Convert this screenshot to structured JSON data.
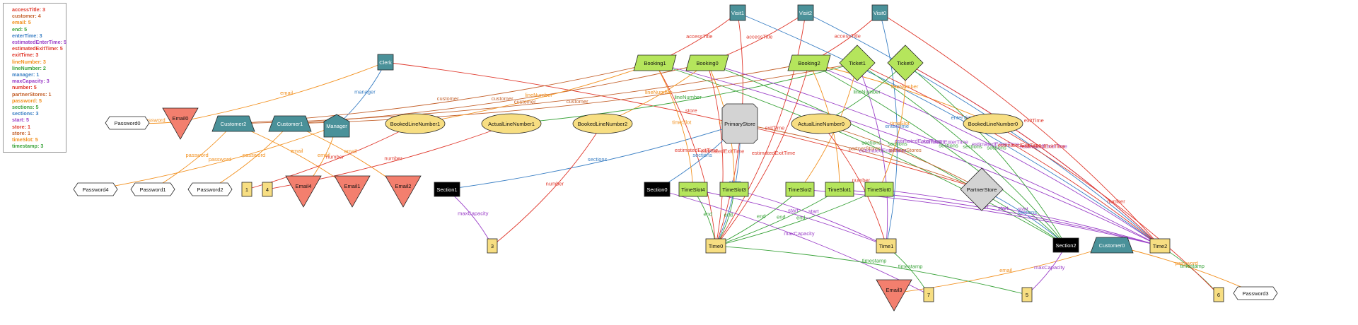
{
  "legend": [
    {
      "text": "accessTitle: 3",
      "color": "#e03a2e"
    },
    {
      "text": "customer: 4",
      "color": "#c4622d"
    },
    {
      "text": "email: 5",
      "color": "#f2901e"
    },
    {
      "text": "end: 5",
      "color": "#3aa33a"
    },
    {
      "text": "enterTime: 3",
      "color": "#3a7fc4"
    },
    {
      "text": "estimatedEnterTime: 5",
      "color": "#9b40c8"
    },
    {
      "text": "estimatedExitTime: 5",
      "color": "#e03a2e"
    },
    {
      "text": "exitTime: 3",
      "color": "#e03a2e"
    },
    {
      "text": "lineNumber: 3",
      "color": "#f2901e"
    },
    {
      "text": "lineNumber: 2",
      "color": "#3aa33a"
    },
    {
      "text": "manager: 1",
      "color": "#3a7fc4"
    },
    {
      "text": "maxCapacity: 3",
      "color": "#9b40c8"
    },
    {
      "text": "number: 5",
      "color": "#e03a2e"
    },
    {
      "text": "partnerStores: 1",
      "color": "#c4622d"
    },
    {
      "text": "password: 5",
      "color": "#f2901e"
    },
    {
      "text": "sections: 5",
      "color": "#3aa33a"
    },
    {
      "text": "sections: 3",
      "color": "#3a7fc4"
    },
    {
      "text": "start: 5",
      "color": "#9b40c8"
    },
    {
      "text": "store: 1",
      "color": "#e03a2e"
    },
    {
      "text": "store: 1",
      "color": "#c4622d"
    },
    {
      "text": "timeSlot: 5",
      "color": "#f2901e"
    },
    {
      "text": "timestamp: 3",
      "color": "#3aa33a"
    }
  ],
  "colors": {
    "teal": "#4a9199",
    "lime": "#b5e55c",
    "salmon": "#f37f6e",
    "yellow": "#f7de82",
    "gray": "#d3d3d3",
    "black": "#000000"
  },
  "nodes": [
    {
      "id": "Visit1",
      "label": "Visit1",
      "shape": "teal-square"
    },
    {
      "id": "Visit2",
      "label": "Visit2",
      "shape": "teal-square"
    },
    {
      "id": "Visit0",
      "label": "Visit0",
      "shape": "teal-square"
    },
    {
      "id": "Clerk",
      "label": "Clerk",
      "shape": "teal-square"
    },
    {
      "id": "Booking1",
      "label": "Booking1",
      "shape": "lime-para"
    },
    {
      "id": "Booking0",
      "label": "Booking0",
      "shape": "lime-para"
    },
    {
      "id": "Booking2",
      "label": "Booking2",
      "shape": "lime-para"
    },
    {
      "id": "Ticket1",
      "label": "Ticket1",
      "shape": "lime-diamond"
    },
    {
      "id": "Ticket0",
      "label": "Ticket0",
      "shape": "lime-diamond"
    },
    {
      "id": "Email0",
      "label": "Email0",
      "shape": "salmon-tri"
    },
    {
      "id": "Customer2",
      "label": "Customer2",
      "shape": "teal-trap"
    },
    {
      "id": "Customer1",
      "label": "Customer1",
      "shape": "teal-trap"
    },
    {
      "id": "Manager",
      "label": "Manager",
      "shape": "teal-pent"
    },
    {
      "id": "BookedLineNumber1",
      "label": "BookedLineNumber1",
      "shape": "yellow-ellipse"
    },
    {
      "id": "ActualLineNumber1",
      "label": "ActualLineNumber1",
      "shape": "yellow-ellipse"
    },
    {
      "id": "BookedLineNumber2",
      "label": "BookedLineNumber2",
      "shape": "yellow-ellipse"
    },
    {
      "id": "PrimaryStore",
      "label": "PrimaryStore",
      "shape": "gray-octagon"
    },
    {
      "id": "ActualLineNumber0",
      "label": "ActualLineNumber0",
      "shape": "yellow-ellipse"
    },
    {
      "id": "BookedLineNumber0",
      "label": "BookedLineNumber0",
      "shape": "yellow-ellipse"
    },
    {
      "id": "Password0",
      "label": "Password0",
      "shape": "white-hex"
    },
    {
      "id": "Password4",
      "label": "Password4",
      "shape": "white-hex"
    },
    {
      "id": "Password1",
      "label": "Password1",
      "shape": "white-hex"
    },
    {
      "id": "Password2",
      "label": "Password2",
      "shape": "white-hex"
    },
    {
      "id": "Password3",
      "label": "Password3",
      "shape": "white-hex"
    },
    {
      "id": "Num1",
      "label": "1",
      "shape": "yellow-rect"
    },
    {
      "id": "Num4",
      "label": "4",
      "shape": "yellow-rect"
    },
    {
      "id": "Email4",
      "label": "Email4",
      "shape": "salmon-tri"
    },
    {
      "id": "Email1",
      "label": "Email1",
      "shape": "salmon-tri"
    },
    {
      "id": "Email2",
      "label": "Email2",
      "shape": "salmon-tri"
    },
    {
      "id": "Email3",
      "label": "Email3",
      "shape": "salmon-tri"
    },
    {
      "id": "Section1",
      "label": "Section1",
      "shape": "black-rect"
    },
    {
      "id": "Section0",
      "label": "Section0",
      "shape": "black-rect"
    },
    {
      "id": "Section2",
      "label": "Section2",
      "shape": "black-rect"
    },
    {
      "id": "TimeSlot4",
      "label": "TimeSlot4",
      "shape": "lime-rect"
    },
    {
      "id": "TimeSlot3",
      "label": "TimeSlot3",
      "shape": "lime-rect"
    },
    {
      "id": "TimeSlot2",
      "label": "TimeSlot2",
      "shape": "lime-rect"
    },
    {
      "id": "TimeSlot1",
      "label": "TimeSlot1",
      "shape": "lime-rect"
    },
    {
      "id": "TimeSlot0",
      "label": "TimeSlot0",
      "shape": "lime-rect"
    },
    {
      "id": "PartnerStore",
      "label": "PartnerStore",
      "shape": "gray-diamond"
    },
    {
      "id": "Customer0",
      "label": "Customer0",
      "shape": "teal-trap"
    },
    {
      "id": "Num3",
      "label": "3",
      "shape": "yellow-rect"
    },
    {
      "id": "Time0",
      "label": "Time0",
      "shape": "yellow-rect"
    },
    {
      "id": "Time1",
      "label": "Time1",
      "shape": "yellow-rect"
    },
    {
      "id": "Time2",
      "label": "Time2",
      "shape": "yellow-rect"
    },
    {
      "id": "Num7",
      "label": "7",
      "shape": "yellow-rect"
    },
    {
      "id": "Num5",
      "label": "5",
      "shape": "yellow-rect"
    },
    {
      "id": "Num6",
      "label": "6",
      "shape": "yellow-rect"
    }
  ],
  "edges": [
    {
      "from": "Visit1",
      "to": "Booking1",
      "label": "accessTitle",
      "color": "#e03a2e"
    },
    {
      "from": "Visit2",
      "to": "Booking0",
      "label": "accessTitle",
      "color": "#e03a2e"
    },
    {
      "from": "Visit0",
      "to": "Booking2",
      "label": "accessTitle",
      "color": "#e03a2e"
    },
    {
      "from": "Visit1",
      "to": "Time0",
      "label": "exitTime",
      "color": "#e03a2e"
    },
    {
      "from": "Visit2",
      "to": "Time0",
      "label": "exitTime",
      "color": "#e03a2e"
    },
    {
      "from": "Visit0",
      "to": "Time2",
      "label": "exitTime",
      "color": "#e03a2e"
    },
    {
      "from": "Visit1",
      "to": "Time2",
      "label": "enterTime",
      "color": "#3a7fc4"
    },
    {
      "from": "Visit2",
      "to": "Time2",
      "label": "enterTime",
      "color": "#3a7fc4"
    },
    {
      "from": "Visit0",
      "to": "Time1",
      "label": "enterTime",
      "color": "#3a7fc4"
    },
    {
      "from": "Clerk",
      "to": "Email0",
      "label": "email",
      "color": "#f2901e"
    },
    {
      "from": "Clerk",
      "to": "Manager",
      "label": "manager",
      "color": "#3a7fc4"
    },
    {
      "from": "Clerk",
      "to": "PartnerStore",
      "label": "store",
      "color": "#e03a2e"
    },
    {
      "from": "Email0",
      "to": "Password0",
      "label": "password",
      "color": "#f2901e"
    },
    {
      "from": "Customer2",
      "to": "Password1",
      "label": "password",
      "color": "#f2901e"
    },
    {
      "from": "Customer1",
      "to": "Password2",
      "label": "password",
      "color": "#f2901e"
    },
    {
      "from": "Manager",
      "to": "Password4",
      "label": "password",
      "color": "#f2901e"
    },
    {
      "from": "Customer2",
      "to": "Email1",
      "label": "email",
      "color": "#f2901e"
    },
    {
      "from": "Customer1",
      "to": "Email2",
      "label": "email",
      "color": "#f2901e"
    },
    {
      "from": "Manager",
      "to": "Email4",
      "label": "email",
      "color": "#f2901e"
    },
    {
      "from": "Customer0",
      "to": "Email3",
      "label": "email",
      "color": "#f2901e"
    },
    {
      "from": "Customer0",
      "to": "Password3",
      "label": "password",
      "color": "#f2901e"
    },
    {
      "from": "Booking1",
      "to": "Customer2",
      "label": "customer",
      "color": "#c4622d"
    },
    {
      "from": "Booking0",
      "to": "Customer1",
      "label": "customer",
      "color": "#c4622d"
    },
    {
      "from": "Booking2",
      "to": "Customer2",
      "label": "customer",
      "color": "#c4622d"
    },
    {
      "from": "Ticket1",
      "to": "Customer1",
      "label": "customer",
      "color": "#c4622d"
    },
    {
      "from": "Booking1",
      "to": "BookedLineNumber1",
      "label": "lineNumber",
      "color": "#f2901e"
    },
    {
      "from": "Booking0",
      "to": "BookedLineNumber2",
      "label": "lineNumber",
      "color": "#f2901e"
    },
    {
      "from": "Booking2",
      "to": "BookedLineNumber0",
      "label": "lineNumber",
      "color": "#f2901e"
    },
    {
      "from": "Ticket1",
      "to": "ActualLineNumber1",
      "label": "lineNumber",
      "color": "#3aa33a"
    },
    {
      "from": "Ticket0",
      "to": "ActualLineNumber0",
      "label": "lineNumber",
      "color": "#3aa33a"
    },
    {
      "from": "Booking1",
      "to": "Time2",
      "label": "estimatedEnterTime",
      "color": "#9b40c8"
    },
    {
      "from": "Booking0",
      "to": "Time2",
      "label": "estimatedEnterTime",
      "color": "#9b40c8"
    },
    {
      "from": "Booking2",
      "to": "Time2",
      "label": "estimatedEnterTime",
      "color": "#9b40c8"
    },
    {
      "from": "Ticket1",
      "to": "Time1",
      "label": "estimatedEnterTime",
      "color": "#9b40c8"
    },
    {
      "from": "Ticket0",
      "to": "Time2",
      "label": "estimatedEnterTime",
      "color": "#9b40c8"
    },
    {
      "from": "Booking1",
      "to": "Time0",
      "label": "estimatedExitTime",
      "color": "#e03a2e"
    },
    {
      "from": "Booking0",
      "to": "Time0",
      "label": "estimatedExitTime",
      "color": "#e03a2e"
    },
    {
      "from": "Booking2",
      "to": "Time0",
      "label": "estimatedExitTime",
      "color": "#e03a2e"
    },
    {
      "from": "Ticket1",
      "to": "Time2",
      "label": "estimatedExitTime",
      "color": "#e03a2e"
    },
    {
      "from": "Ticket0",
      "to": "Time2",
      "label": "estimatedExitTime",
      "color": "#e03a2e"
    },
    {
      "from": "Booking1",
      "to": "Section2",
      "label": "sections",
      "color": "#3aa33a"
    },
    {
      "from": "Booking0",
      "to": "Section2",
      "label": "sections",
      "color": "#3aa33a"
    },
    {
      "from": "Booking2",
      "to": "Section2",
      "label": "sections",
      "color": "#3aa33a"
    },
    {
      "from": "Ticket1",
      "to": "Section2",
      "label": "sections",
      "color": "#3aa33a"
    },
    {
      "from": "Ticket0",
      "to": "Section2",
      "label": "sections",
      "color": "#3aa33a"
    },
    {
      "from": "PrimaryStore",
      "to": "Section1",
      "label": "sections",
      "color": "#3a7fc4"
    },
    {
      "from": "PrimaryStore",
      "to": "Section0",
      "label": "sections",
      "color": "#3a7fc4"
    },
    {
      "from": "PartnerStore",
      "to": "Section2",
      "label": "sections",
      "color": "#3a7fc4"
    },
    {
      "from": "PrimaryStore",
      "to": "PartnerStore",
      "label": "partnerStores",
      "color": "#c4622d"
    },
    {
      "from": "Booking1",
      "to": "TimeSlot4",
      "label": "timeSlot",
      "color": "#f2901e"
    },
    {
      "from": "Booking0",
      "to": "TimeSlot3",
      "label": "timeSlot",
      "color": "#f2901e"
    },
    {
      "from": "Booking2",
      "to": "TimeSlot1",
      "label": "timeSlot",
      "color": "#f2901e"
    },
    {
      "from": "Ticket1",
      "to": "TimeSlot2",
      "label": "timeSlot",
      "color": "#f2901e"
    },
    {
      "from": "Ticket0",
      "to": "TimeSlot0",
      "label": "timeSlot",
      "color": "#f2901e"
    },
    {
      "from": "TimeSlot4",
      "to": "Time0",
      "label": "end",
      "color": "#3aa33a"
    },
    {
      "from": "TimeSlot3",
      "to": "Time0",
      "label": "end",
      "color": "#3aa33a"
    },
    {
      "from": "TimeSlot2",
      "to": "Time0",
      "label": "end",
      "color": "#3aa33a"
    },
    {
      "from": "TimeSlot1",
      "to": "Time0",
      "label": "end",
      "color": "#3aa33a"
    },
    {
      "from": "TimeSlot0",
      "to": "Time0",
      "label": "end",
      "color": "#3aa33a"
    },
    {
      "from": "TimeSlot4",
      "to": "Time1",
      "label": "start",
      "color": "#9b40c8"
    },
    {
      "from": "TimeSlot3",
      "to": "Time1",
      "label": "start",
      "color": "#9b40c8"
    },
    {
      "from": "TimeSlot2",
      "to": "Time2",
      "label": "start",
      "color": "#9b40c8"
    },
    {
      "from": "TimeSlot1",
      "to": "Time2",
      "label": "start",
      "color": "#9b40c8"
    },
    {
      "from": "TimeSlot0",
      "to": "Time2",
      "label": "start",
      "color": "#9b40c8"
    },
    {
      "from": "Section1",
      "to": "Num3",
      "label": "maxCapacity",
      "color": "#9b40c8"
    },
    {
      "from": "Section0",
      "to": "Num7",
      "label": "maxCapacity",
      "color": "#9b40c8"
    },
    {
      "from": "Section2",
      "to": "Num5",
      "label": "maxCapacity",
      "color": "#9b40c8"
    },
    {
      "from": "Time0",
      "to": "Num5",
      "label": "timestamp",
      "color": "#3aa33a"
    },
    {
      "from": "Time1",
      "to": "Num7",
      "label": "timestamp",
      "color": "#3aa33a"
    },
    {
      "from": "Time2",
      "to": "Num6",
      "label": "timestamp",
      "color": "#3aa33a"
    },
    {
      "from": "BookedLineNumber1",
      "to": "Num1",
      "label": "number",
      "color": "#e03a2e"
    },
    {
      "from": "ActualLineNumber1",
      "to": "Num4",
      "label": "number",
      "color": "#e03a2e"
    },
    {
      "from": "BookedLineNumber2",
      "to": "Num3",
      "label": "number",
      "color": "#e03a2e"
    },
    {
      "from": "ActualLineNumber0",
      "to": "Time1",
      "label": "number",
      "color": "#e03a2e"
    },
    {
      "from": "BookedLineNumber0",
      "to": "Num6",
      "label": "number",
      "color": "#e03a2e"
    },
    {
      "from": "ActualLineNumber0",
      "to": "PartnerStore",
      "label": "partnerStores",
      "color": "#c4622d"
    },
    {
      "from": "PrimaryStore",
      "to": "Time0",
      "label": "store",
      "color": "#3a7fc4"
    }
  ]
}
